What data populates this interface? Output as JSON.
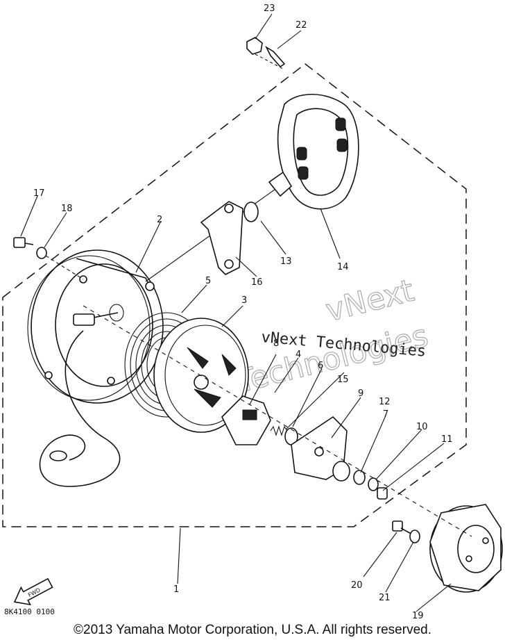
{
  "callouts": [
    "1",
    "2",
    "3",
    "4",
    "5",
    "6",
    "7",
    "8",
    "9",
    "10",
    "11",
    "12",
    "13",
    "14",
    "15",
    "16",
    "17",
    "18",
    "19",
    "20",
    "21",
    "22",
    "23"
  ],
  "direction_arrow": "FWD",
  "figure_code": "8K4100 0100",
  "watermark": {
    "line1": "vNext Technologies",
    "outline1": "vNext",
    "outline2": "Technologies"
  },
  "copyright": "©2013 Yamaha Motor Corporation, U.S.A. All rights reserved."
}
